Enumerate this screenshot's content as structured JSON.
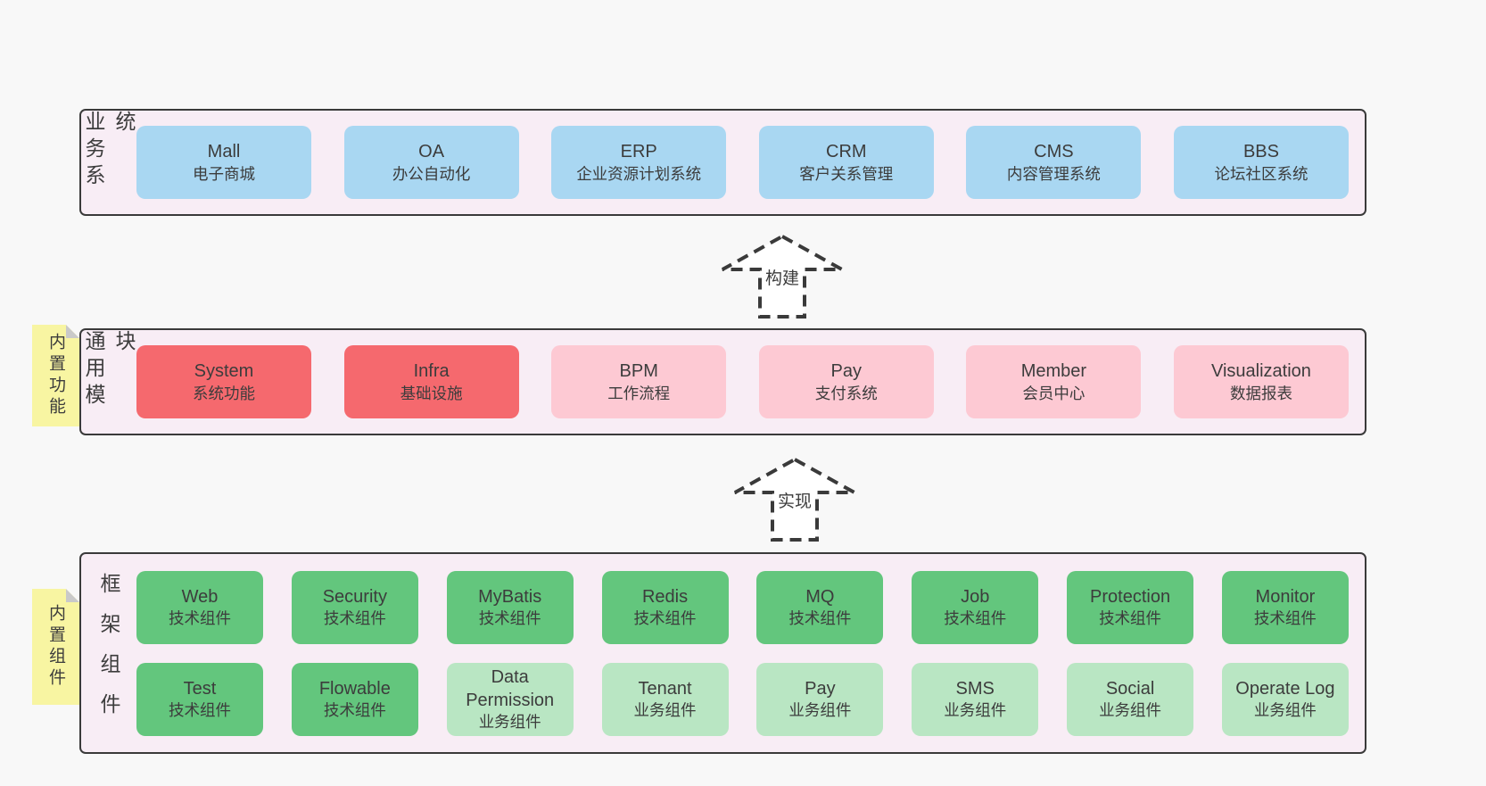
{
  "diagram": {
    "title": "architecture-overview",
    "colors": {
      "page_bg": "#f8f8f8",
      "band_bg": "#f8edf5",
      "band_border": "#3a3a3a",
      "blue": "#a9d7f2",
      "red": "#f5696e",
      "pink": "#fdc9d3",
      "green": "#63c67d",
      "light_green": "#b9e6c3",
      "sticky_yellow": "#f8f5a2",
      "sticky_fold": "#c9c9c9",
      "text": "#3c3c3c"
    },
    "arrows": [
      {
        "label": "构建"
      },
      {
        "label": "实现"
      }
    ],
    "stickies": [
      {
        "label": "内置功能"
      },
      {
        "label": "内置组件"
      }
    ],
    "bands": [
      {
        "label": "业务系统",
        "rows": [
          [
            {
              "en": "Mall",
              "zh": "电子商城",
              "variant": "blue"
            },
            {
              "en": "OA",
              "zh": "办公自动化",
              "variant": "blue"
            },
            {
              "en": "ERP",
              "zh": "企业资源计划系统",
              "variant": "blue"
            },
            {
              "en": "CRM",
              "zh": "客户关系管理",
              "variant": "blue"
            },
            {
              "en": "CMS",
              "zh": "内容管理系统",
              "variant": "blue"
            },
            {
              "en": "BBS",
              "zh": "论坛社区系统",
              "variant": "blue"
            }
          ]
        ]
      },
      {
        "label": "通用模块",
        "rows": [
          [
            {
              "en": "System",
              "zh": "系统功能",
              "variant": "red"
            },
            {
              "en": "Infra",
              "zh": "基础设施",
              "variant": "red"
            },
            {
              "en": "BPM",
              "zh": "工作流程",
              "variant": "pink"
            },
            {
              "en": "Pay",
              "zh": "支付系统",
              "variant": "pink"
            },
            {
              "en": "Member",
              "zh": "会员中心",
              "variant": "pink"
            },
            {
              "en": "Visualization",
              "zh": "数据报表",
              "variant": "pink"
            }
          ]
        ]
      },
      {
        "label": "框架组件",
        "rows": [
          [
            {
              "en": "Web",
              "zh": "技术组件",
              "variant": "green"
            },
            {
              "en": "Security",
              "zh": "技术组件",
              "variant": "green"
            },
            {
              "en": "MyBatis",
              "zh": "技术组件",
              "variant": "green"
            },
            {
              "en": "Redis",
              "zh": "技术组件",
              "variant": "green"
            },
            {
              "en": "MQ",
              "zh": "技术组件",
              "variant": "green"
            },
            {
              "en": "Job",
              "zh": "技术组件",
              "variant": "green"
            },
            {
              "en": "Protection",
              "zh": "技术组件",
              "variant": "green"
            },
            {
              "en": "Monitor",
              "zh": "技术组件",
              "variant": "green"
            }
          ],
          [
            {
              "en": "Test",
              "zh": "技术组件",
              "variant": "green"
            },
            {
              "en": "Flowable",
              "zh": "技术组件",
              "variant": "green"
            },
            {
              "en": "Data Permission",
              "zh": "业务组件",
              "variant": "lgreen"
            },
            {
              "en": "Tenant",
              "zh": "业务组件",
              "variant": "lgreen"
            },
            {
              "en": "Pay",
              "zh": "业务组件",
              "variant": "lgreen"
            },
            {
              "en": "SMS",
              "zh": "业务组件",
              "variant": "lgreen"
            },
            {
              "en": "Social",
              "zh": "业务组件",
              "variant": "lgreen"
            },
            {
              "en": "Operate Log",
              "zh": "业务组件",
              "variant": "lgreen"
            }
          ]
        ]
      }
    ]
  }
}
